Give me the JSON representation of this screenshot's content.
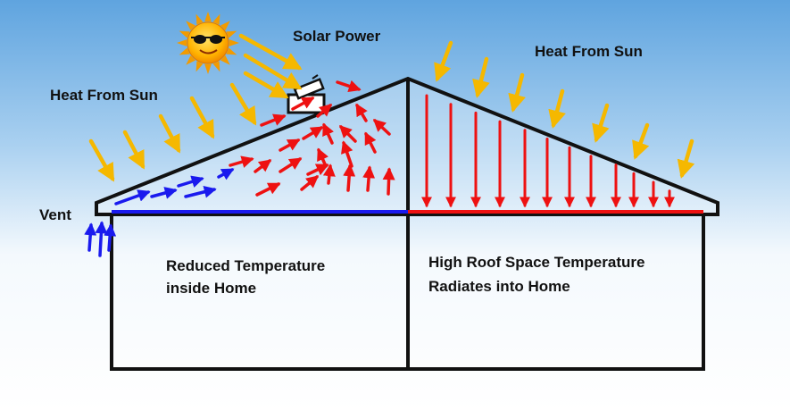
{
  "labels": {
    "solar_power": "Solar Power",
    "heat_from_sun_left": "Heat From Sun",
    "heat_from_sun_right": "Heat From Sun",
    "vent": "Vent",
    "left_room_line1": "Reduced Temperature",
    "left_room_line2": "inside Home",
    "right_room_line1": "High Roof Space Temperature",
    "right_room_line2": "Radiates into Home"
  },
  "colors": {
    "sun_arrow": "#f5b800",
    "hot_air": "#ee1111",
    "cool_air": "#1a1aee",
    "house_outline": "#111111",
    "sky_top": "#6fb0e6",
    "sky_bottom": "#ffffff",
    "sun_body": "#ffb300"
  },
  "icons": {
    "sun": "smiling-sun-with-sunglasses-icon",
    "fan": "solar-roof-fan-icon"
  }
}
